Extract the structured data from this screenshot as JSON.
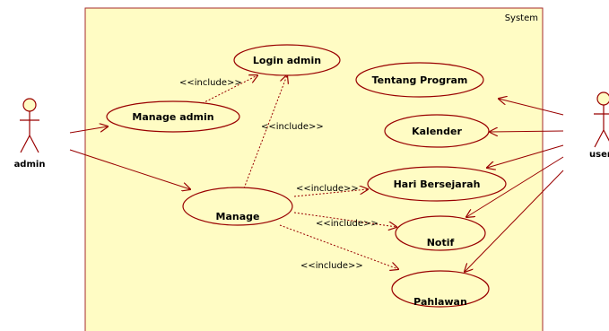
{
  "system": {
    "label": "System"
  },
  "actors": {
    "admin": "admin",
    "user": "user"
  },
  "use_cases": {
    "login_admin": "Login admin",
    "manage_admin": "Manage admin",
    "manage": "Manage",
    "tentang_program": "Tentang Program",
    "kalender": "Kalender",
    "hari_bersejarah": "Hari Bersejarah",
    "notif": "Notif",
    "pahlawan": "Pahlawan"
  },
  "relations": {
    "include_manage_admin_login": "<<include>>",
    "include_manage_login": "<<include>>",
    "include_manage_hari": "<<include>>",
    "include_manage_notif": "<<include>>",
    "include_manage_pahlawan": "<<include>>"
  },
  "colors": {
    "boundary_fill": "#fffcc4",
    "boundary_stroke": "#a52a2a",
    "usecase_fill": "#fffcc4",
    "usecase_stroke": "#990000",
    "line": "#990000",
    "actor_head": "#fffcc4"
  }
}
